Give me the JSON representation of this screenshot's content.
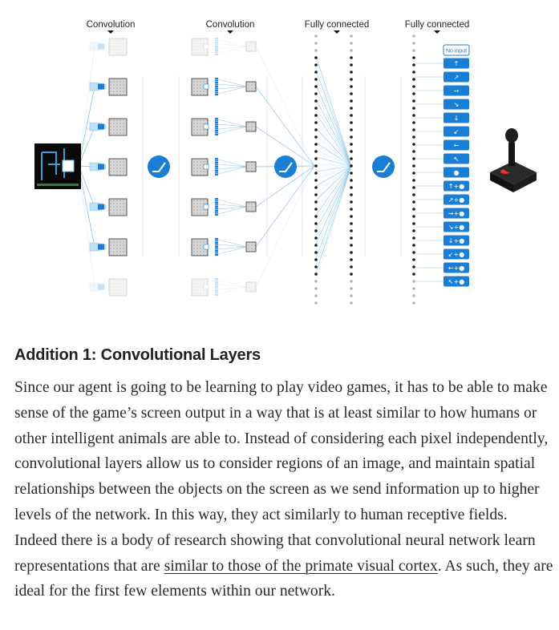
{
  "diagram": {
    "labels": [
      "Convolution",
      "Convolution",
      "Fully connected",
      "Fully connected"
    ],
    "action_header": "No input",
    "actions": [
      "↑",
      "↗",
      "→",
      "↘",
      "↓",
      "↙",
      "←",
      "↖",
      "●",
      "↑+●",
      "↗+●",
      "→+●",
      "↘+●",
      "↓+●",
      "↙+●",
      "←+●",
      "↖+●"
    ],
    "colors": {
      "accent_blue": "#1a7fd4",
      "line_blue": "#8ec3e6",
      "box_gray": "#c9c9c9",
      "dot_dark": "#1a1a1a",
      "fire_red": "#e8312a"
    },
    "icons": [
      "relu-activation-icon",
      "game-screen-icon",
      "joystick-icon"
    ]
  },
  "article": {
    "heading": "Addition 1: Convolutional Layers",
    "para_before": "Since our agent is going to be learning to play video games, it has to be able to make sense of the game’s screen output in a way that is at least similar to how humans or other intelligent animals are able to. Instead of considering each pixel independently, convolutional layers allow us to consider regions of an image, and maintain spatial relationships between the objects on the screen as we send information up to higher levels of the network. In this way, they act similarly to human receptive fields. Indeed there is a body of research showing that convolutional neural network learn representations that are ",
    "link_text": "similar to those of the primate visual cortex",
    "para_after": ". As such, they are ideal for the first few elements within our network."
  }
}
